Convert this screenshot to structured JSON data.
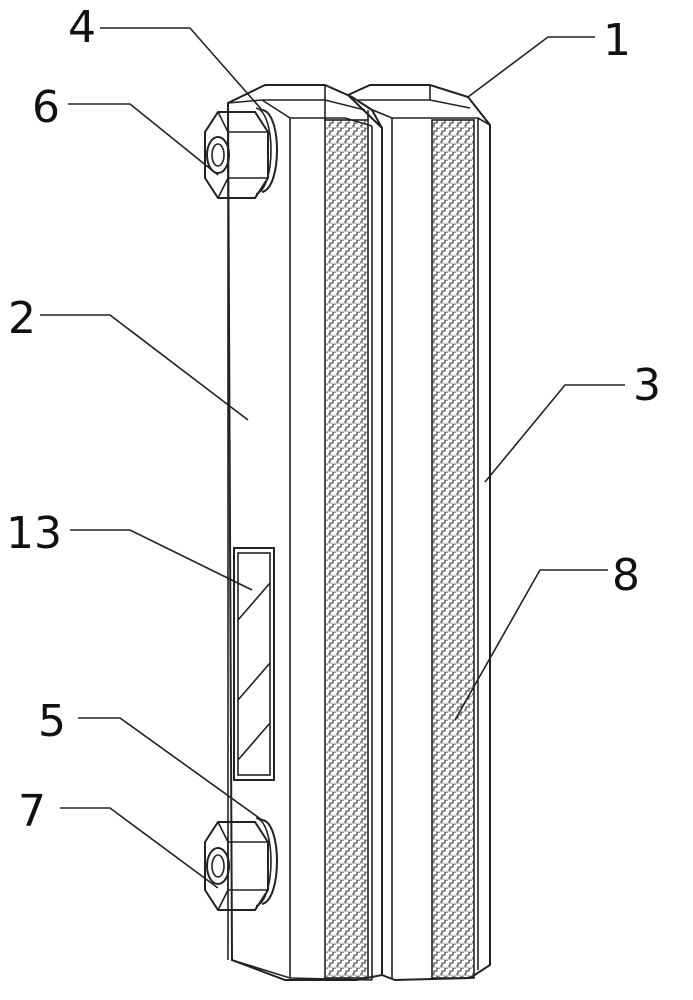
{
  "figure": {
    "labels": {
      "l1": "1",
      "l2": "2",
      "l3": "3",
      "l4": "4",
      "l5": "5",
      "l6": "6",
      "l7": "7",
      "l8": "8",
      "l13": "13"
    },
    "colors": {
      "line": "#222222",
      "background": "#ffffff"
    }
  }
}
